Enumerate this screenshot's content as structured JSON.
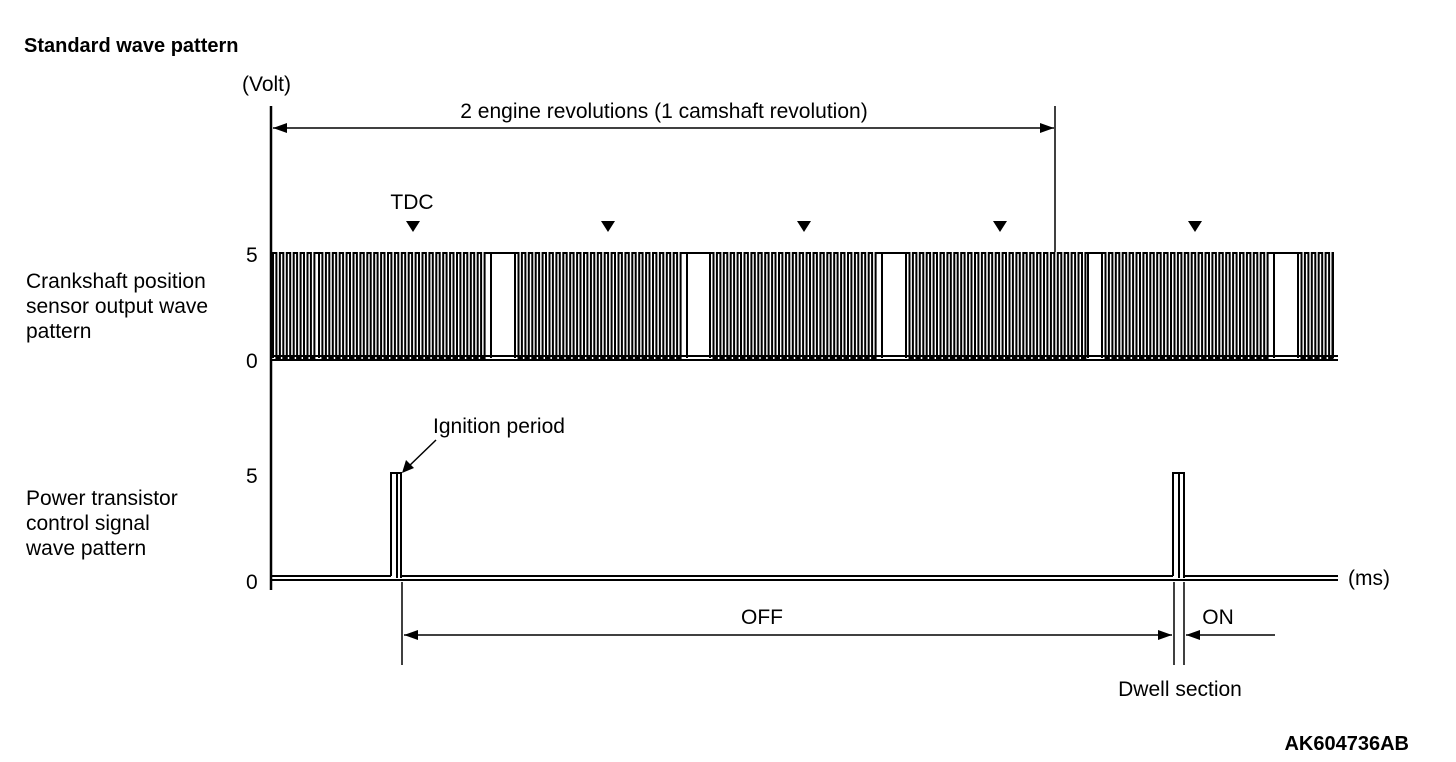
{
  "title": "Standard wave pattern",
  "y_unit": "(Volt)",
  "x_unit": "(ms)",
  "span_label": "2 engine revolutions (1 camshaft revolution)",
  "tdc_label": "TDC",
  "crank_label_lines": [
    "Crankshaft position",
    "sensor output wave",
    "pattern"
  ],
  "power_label_lines": [
    "Power transistor",
    "control signal",
    "wave pattern"
  ],
  "y_ticks": {
    "crank_high": "5",
    "crank_low": "0",
    "power_high": "5",
    "power_low": "0"
  },
  "ignition_label": "Ignition period",
  "off_label": "OFF",
  "on_label": "ON",
  "dwell_label": "Dwell section",
  "figure_code": "AK604736AB",
  "colors": {
    "ink": "#000000",
    "background": "#ffffff"
  }
}
